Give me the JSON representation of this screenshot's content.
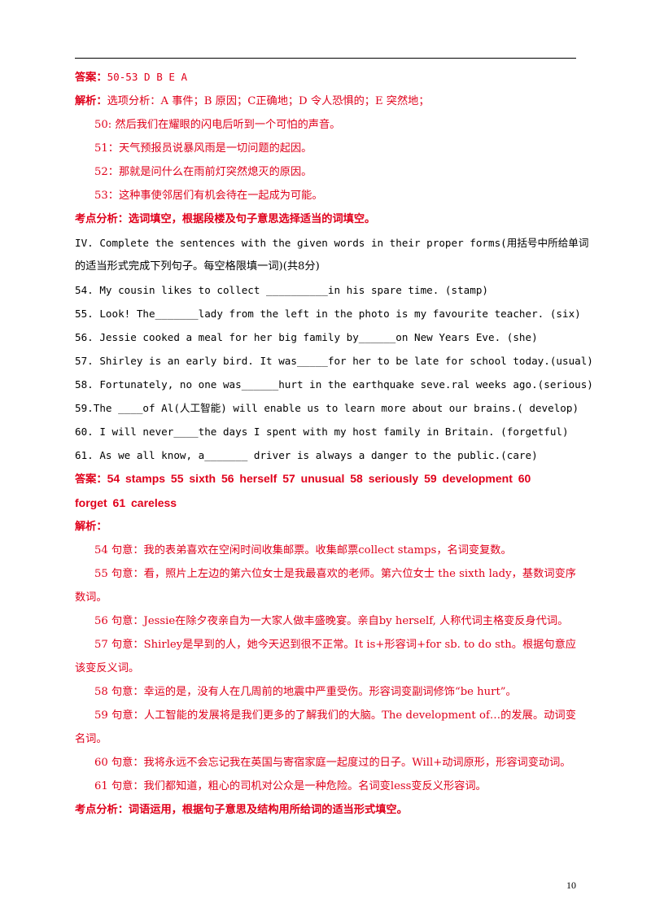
{
  "block1": {
    "answer_label": "答案：",
    "answer_text": "50-53 D B E A",
    "analysis_label": "解析：",
    "analysis_text": "选项分析：A 事件；B 原因；C正确地；D 令人恐惧的；E 突然地；",
    "items": [
      "50:  然后我们在耀眼的闪电后听到一个可怕的声音。",
      "51：天气预报员说暴风雨是一切问题的起因。",
      "52：那就是问什么在雨前灯突然熄灭的原因。",
      "53：这种事使邻居们有机会待在一起成为可能。"
    ],
    "kaodian": "考点分析：选词填空，根据段楼及句子意思选择适当的词填空。"
  },
  "section4": {
    "instruction_line1": "IV. Complete the sentences with the given words in their proper forms(用括号中所给单词",
    "instruction_line2": "的适当形式完成下列句子。每空格限填一词)(共8分)",
    "questions": [
      "54. My cousin likes to collect __________in his spare time. (stamp)",
      "55. Look! The_______lady from the left in the photo is my favourite teacher. (six)",
      "56. Jessie cooked a meal for her big family by______on New Years Eve. (she)",
      "57. Shirley is an early bird. It was_____for her to be late for school today.(usual)",
      "58. Fortunately, no one was______hurt in the earthquake seve.ral weeks ago.(serious)",
      "59.The ____of Al(人工智能) will enable us to learn more about our brains.( develop)",
      "60. I will never____the days I spent with my host family in Britain. (forgetful)",
      "61. As we all know, a_______ driver is always a danger to the public.(care)"
    ]
  },
  "block2": {
    "answer_label": "答案：",
    "answer_line1": "54 stamps  55 sixth  56 herself  57 unusual  58 seriously  59 development  60",
    "answer_line2": "forget  61 careless",
    "analysis_label": "解析：",
    "items": [
      "54 句意：我的表弟喜欢在空闲时间收集邮票。收集邮票collect stamps，名词变复数。",
      "55 句意：看，照片上左边的第六位女士是我最喜欢的老师。第六位女士 the sixth lady，基数词变序数词。",
      "56 句意：Jessie在除夕夜亲自为一大家人做丰盛晚宴。亲自by herself, 人称代词主格变反身代词。",
      "57 句意：Shirley是早到的人，她今天迟到很不正常。It is+形容词+for sb. to do sth。根据句意应该变反义词。",
      "58 句意：幸运的是，没有人在几周前的地震中严重受伤。形容词变副词修饰“be hurt”。",
      "59 句意：人工智能的发展将是我们更多的了解我们的大脑。The development of…的发展。动词变名词。",
      "60 句意：我将永远不会忘记我在英国与寄宿家庭一起度过的日子。Will+动词原形，形容词变动词。",
      "61 句意：我们都知道，粗心的司机对公众是一种危险。名词变less变反义形容词。"
    ],
    "kaodian": "考点分析：词语运用，根据句子意思及结构用所给词的适当形式填空。"
  },
  "page_number": "10"
}
